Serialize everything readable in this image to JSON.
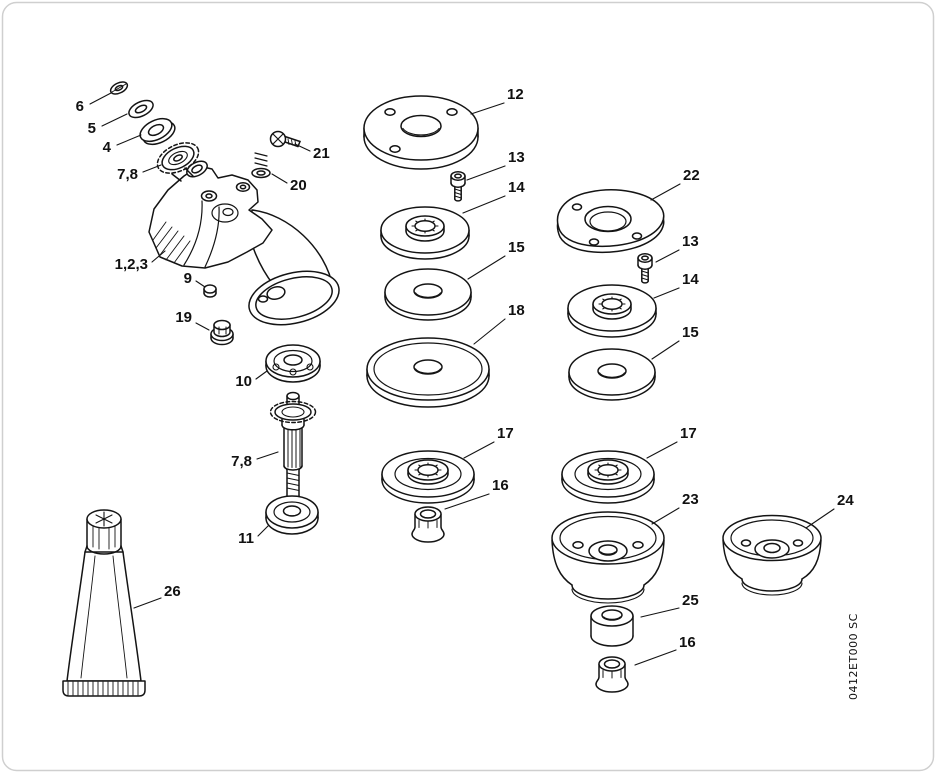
{
  "colors": {
    "ink": "#141414",
    "background": "#ffffff",
    "border": "#cfcfcf"
  },
  "diagram": {
    "doc_code": "0412ET000 SC",
    "callouts": [
      "6",
      "5",
      "4",
      "7,8",
      "21",
      "20",
      "1,2,3",
      "9",
      "19",
      "10",
      "7,8",
      "11",
      "26",
      "12",
      "13",
      "14",
      "15",
      "18",
      "17",
      "16",
      "22",
      "13",
      "14",
      "15",
      "17",
      "23",
      "25",
      "16",
      "24"
    ]
  }
}
